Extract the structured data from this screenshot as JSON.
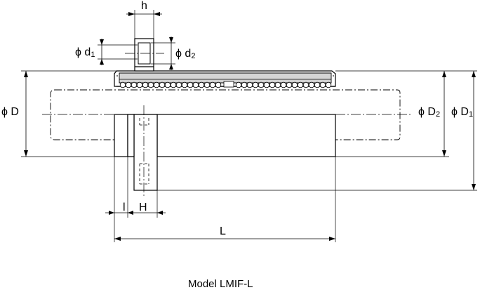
{
  "diagram": {
    "dimensions": {
      "h": "h",
      "d1_prefix": "ϕ d",
      "d1_sub": "1",
      "d2_prefix": "ϕ d",
      "d2_sub": "2",
      "D": "ϕ D",
      "D2_prefix": "ϕ D",
      "D2_sub": "2",
      "D1_prefix": "ϕ D",
      "D1_sub": "1",
      "l": "l",
      "H": "H",
      "L": "L"
    },
    "caption": "Model LMIF-L"
  }
}
